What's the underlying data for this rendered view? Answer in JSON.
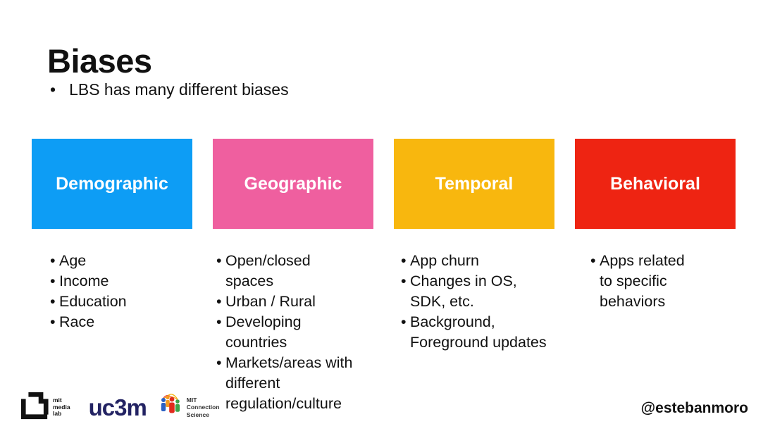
{
  "slide": {
    "title": "Biases",
    "intro_bullet": "LBS has many different biases",
    "bullet_char": "•"
  },
  "columns": [
    {
      "label": "Demographic",
      "color": "#0d9df5",
      "items": [
        "Age",
        "Income",
        "Education",
        "Race"
      ]
    },
    {
      "label": "Geographic",
      "color": "#ef5f9f",
      "items": [
        "Open/closed\nspaces",
        "Urban / Rural",
        "Developing\ncountries",
        "Markets/areas with\ndifferent\nregulation/culture"
      ]
    },
    {
      "label": "Temporal",
      "color": "#f8b70e",
      "items": [
        "App churn",
        "Changes in OS,\nSDK, etc.",
        "Background,\nForeground updates"
      ]
    },
    {
      "label": "Behavioral",
      "color": "#ee2412",
      "items": [
        "Apps related\nto specific\nbehaviors"
      ]
    }
  ],
  "footer": {
    "handle": "@estebanmoro",
    "media_lab": {
      "line1": "mit",
      "line2": "media",
      "line3": "lab"
    },
    "uc3m_label": "uc3m",
    "connection_science": {
      "line1": "MIT",
      "line2": "Connection",
      "line3": "Science"
    }
  }
}
